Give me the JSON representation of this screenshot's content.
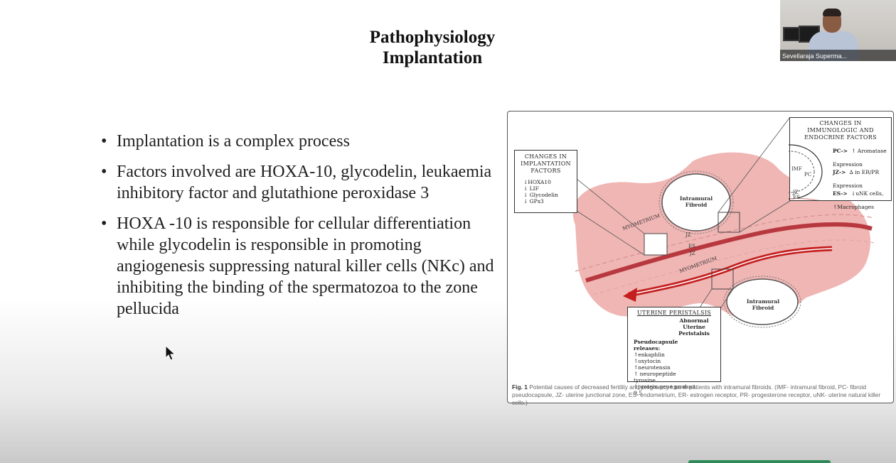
{
  "slide": {
    "title_line1": "Pathophysiology",
    "title_line2": "Implantation",
    "bullets": [
      "Implantation is a complex process",
      "Factors involved are HOXA-10, glycodelin, leukaemia inhibitory factor and glutathione peroxidase 3",
      "HOXA -10 is responsible for cellular differentiation while glycodelin is responsible in promoting angiogenesis suppressing natural killer cells (NKc) and inhibiting the binding of the spermatozoa to the zone pellucida"
    ],
    "bullet_glyph": "•"
  },
  "video": {
    "participant_name": "Sevellaraja Superma..."
  },
  "figure": {
    "implantation_box": {
      "heading": "CHANGES IN IMPLANTATION FACTORS",
      "items": [
        "↓HOXA10",
        "↓ LIF",
        "↓ Glycodelin",
        "↓ GPx3"
      ]
    },
    "immuno_box": {
      "heading": "CHANGES IN IMMUNOLOGIC AND ENDOCRINE FACTORS",
      "imf": "IMF",
      "pc": "PC",
      "jz": "JZ",
      "es": "ES",
      "rows": [
        {
          "key": "PC->",
          "value": "↑ Aromatase Expression"
        },
        {
          "key": "JZ->",
          "value": "∆ in ER/PR Expression"
        },
        {
          "key": "ES->",
          "value": "↓uNK cells, ↑Macrophages"
        }
      ]
    },
    "fibroid_top": "Intramural Fibroid",
    "fibroid_bottom": "Intramural Fibroid",
    "myometrium_upper": "MYOMETRIUM",
    "myometrium_lower": "MYOMETRIUM",
    "jz_upper": "JZ",
    "es_center": "ES",
    "jz_lower": "JZ",
    "peristalsis_box": {
      "heading": "UTERINE PERISTALSIS",
      "sub": "Abnormal Uterine Peristalsis",
      "releases_label": "Pseudocapsule releases:",
      "releases": [
        "↑enkaphlin",
        "↑oxytocin",
        "↑neurotensin",
        "↑ neuropeptide tyrosine",
        "↑protein gene product 9.5"
      ]
    },
    "caption_label": "Fig. 1",
    "caption_text": "Potential causes of decreased fertility and pregnancy loss in patients with intramural fibroids. (IMF- intramural fibroid, PC- fibroid pseudocapsule, JZ- uterine junctional zone, ES- endometrium, ER- estrogen receptor, PR- progesterone receptor, uNK- uterine natural killer cells.)"
  },
  "colors": {
    "uterus": "#efb6b4",
    "endometrium_arrow": "#c41e1e"
  }
}
